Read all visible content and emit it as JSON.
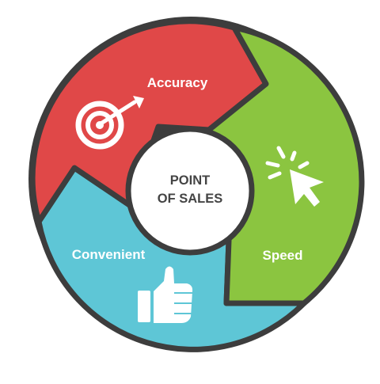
{
  "diagram": {
    "center": {
      "line1": "POINT",
      "line2": "OF SALES"
    },
    "segments": [
      {
        "label": "Accuracy",
        "color": "#e04848",
        "icon": "target-arrow-icon"
      },
      {
        "label": "Speed",
        "color": "#8bc540",
        "icon": "cursor-click-icon"
      },
      {
        "label": "Convenient",
        "color": "#5ec6d6",
        "icon": "thumbs-up-icon"
      }
    ],
    "colors": {
      "outline": "#3d3d3d",
      "shadow": "#9a9a9a",
      "center_fill": "#ffffff",
      "icon": "#ffffff"
    }
  }
}
